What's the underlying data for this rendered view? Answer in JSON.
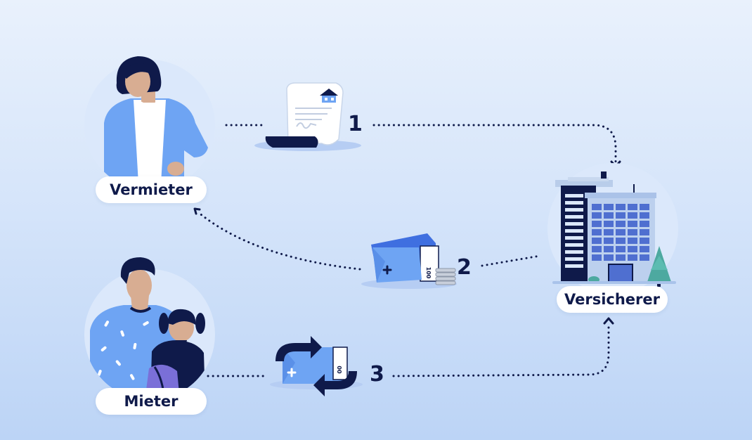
{
  "labels": {
    "vermieter": "Vermieter",
    "mieter": "Mieter",
    "versicherer": "Versicherer"
  },
  "steps": [
    "1",
    "2",
    "3"
  ],
  "colors": {
    "navy": "#0f1a4a",
    "blue": "#6ea4f3",
    "skin": "#d8ad92",
    "building_window": "#4f6fd0",
    "tree": "#4da9a0"
  },
  "icons": {
    "contract": "contract-document-icon",
    "deposit": "money-envelope-icon",
    "refund": "deposit-return-icon",
    "insurer": "office-building-icon"
  }
}
